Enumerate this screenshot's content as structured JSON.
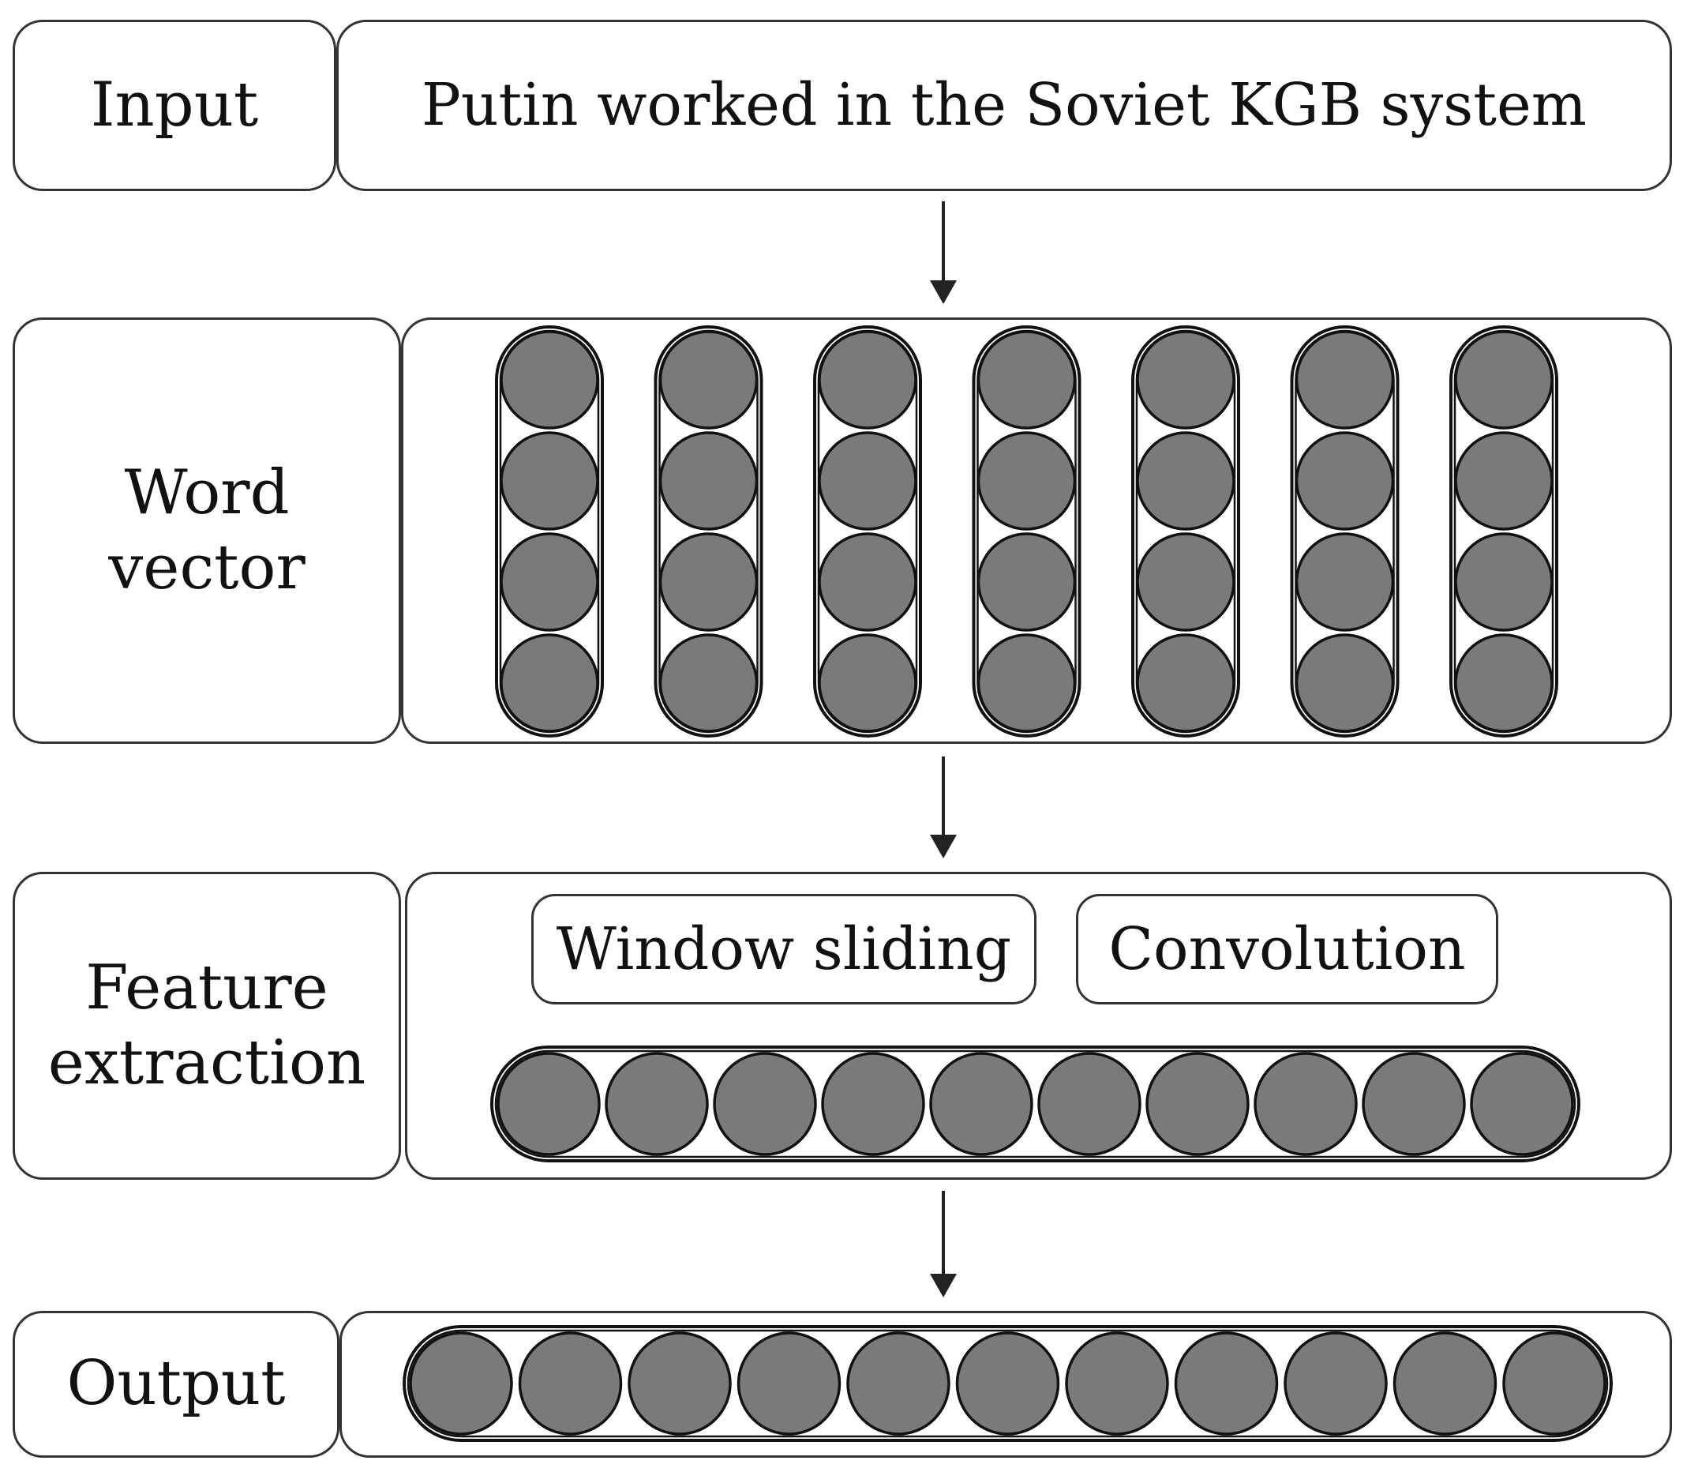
{
  "rows": {
    "input": {
      "label": "Input",
      "content": "Putin worked in the Soviet KGB system"
    },
    "word_vector": {
      "label_lines": [
        "Word",
        "vector"
      ],
      "column_count": 7,
      "nodes_per_column": 4
    },
    "feature_extraction": {
      "label_lines": [
        "Feature",
        "extraction"
      ],
      "operations": [
        "Window sliding",
        "Convolution"
      ],
      "node_count": 10
    },
    "output": {
      "label": "Output",
      "node_count": 11
    }
  },
  "colors": {
    "node_fill": "#7a7a7a",
    "stroke": "#111111",
    "box_border": "#333333"
  }
}
